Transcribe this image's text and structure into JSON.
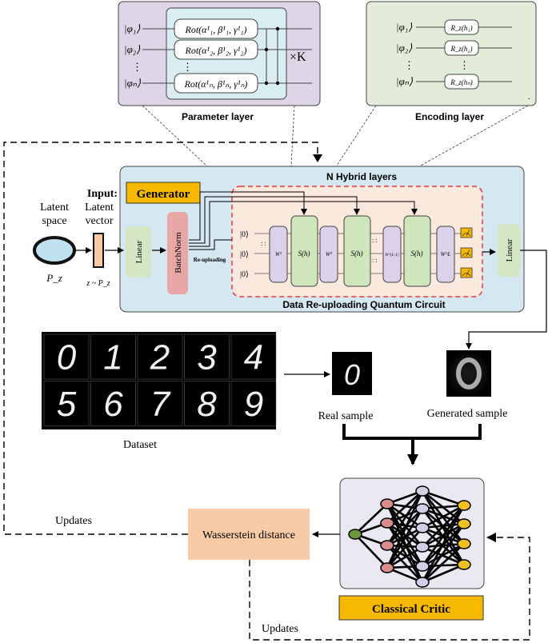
{
  "top": {
    "param_label": "Parameter layer",
    "encoding_label": "Encoding layer",
    "repeat_label": "×K",
    "param_rows": [
      {
        "ket": "|φ₁⟩",
        "rot": "Rot(α¹₁, β¹₁, γ¹₁)"
      },
      {
        "ket": "|φ₂⟩",
        "rot": "Rot(α¹₂, β¹₂, γ¹₂)"
      },
      {
        "ket": "|φₙ⟩",
        "rot": "Rot(α¹ₙ, β¹ₙ, γ¹ₙ)"
      }
    ],
    "enc_rows": [
      {
        "ket": "|φ₁⟩",
        "gate": "R_z(h₁)"
      },
      {
        "ket": "|φ₂⟩",
        "gate": "R_z(h₂)"
      },
      {
        "ket": "|φₙ⟩",
        "gate": "R_z(hₙ)"
      }
    ],
    "dots": "⋮",
    "small_dot": "."
  },
  "generator": {
    "title": "Generator",
    "hybrid_title": "N Hybrid layers",
    "circuit_title": "Data Re-uploading Quantum Circuit",
    "latent_space": [
      "Latent",
      "space"
    ],
    "pz": "P_z",
    "input_label": "Input:",
    "latent_vector": [
      "Latent",
      "vector"
    ],
    "z_dist": "z ~ P_z",
    "linear_in": "Linear",
    "batchnorm": "BatchNorm",
    "reuploading": "Re-uploading",
    "linear_out": "Linear",
    "kets": [
      "|0⟩",
      "|0⟩",
      "|0⟩"
    ],
    "w_gates": [
      "W¹",
      "W²",
      "W^{L-1}",
      "W^L"
    ],
    "s_gate": "S(h)",
    "ellipsis": ": :"
  },
  "data": {
    "digits": [
      "0",
      "1",
      "2",
      "3",
      "4",
      "5",
      "6",
      "7",
      "8",
      "9"
    ],
    "dataset_label": "Dataset",
    "real_digit": "0",
    "real_label": "Real sample",
    "gen_digit": "0",
    "gen_label": "Generated sample"
  },
  "critic": {
    "label": "Classical Critic",
    "wasserstein": "Wasserstein distance",
    "updates_left": "Updates",
    "updates_bottom": "Updates",
    "node_colors": {
      "input": "#6a9a3c",
      "hidden1": "#d98c8c",
      "hidden": "#cfcfe8",
      "output": "#f0c020"
    }
  },
  "colors": {
    "param_bg": "#ddd5e6",
    "enc_bg": "#e3ecd8",
    "generator_bg": "#d5e7f0",
    "circuit_bg": "#fbe9dd",
    "title_orange": "#f7b800",
    "linear": "#d4e6c4",
    "batchnorm": "#e9a6a6",
    "w_gate": "#d9d2ea",
    "s_gate": "#cfe6bd",
    "wass_bg": "#f8cba6",
    "critic_bg": "#eae8f0",
    "latent_ellipse": "#bfe0ee",
    "latent_vector": "#f6c9a4"
  }
}
